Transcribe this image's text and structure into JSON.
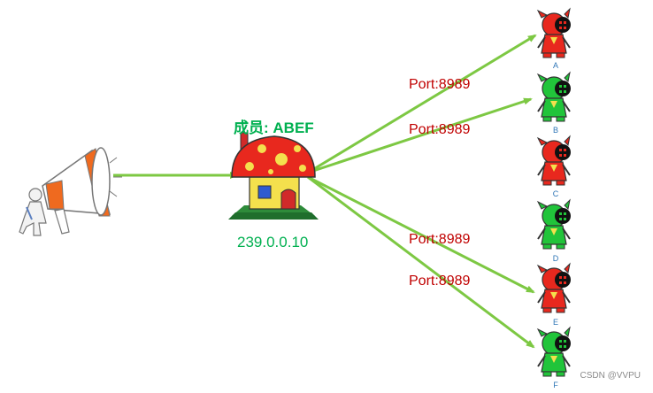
{
  "group": {
    "members_label": "成员: ABEF",
    "ip_address": "239.0.0.10"
  },
  "ports": [
    "Port:8989",
    "Port:8989",
    "Port:8989",
    "Port:8989"
  ],
  "nodes": [
    {
      "letter": "A",
      "color": "#e8281e",
      "member": true
    },
    {
      "letter": "B",
      "color": "#21c43a",
      "member": true
    },
    {
      "letter": "C",
      "color": "#e8281e",
      "member": false
    },
    {
      "letter": "D",
      "color": "#21c43a",
      "member": false
    },
    {
      "letter": "E",
      "color": "#e8281e",
      "member": true
    },
    {
      "letter": "F",
      "color": "#21c43a",
      "member": true
    }
  ],
  "colors": {
    "arrow": "#7dc843",
    "port_text": "#c00000",
    "group_text": "#00b050",
    "node_letter": "#2e75b6",
    "megaphone_accent": "#ef6a1f"
  },
  "icons": [
    "megaphone-icon",
    "mushroom-house-icon",
    "robot-icon"
  ],
  "watermark": "CSDN @VVPU"
}
